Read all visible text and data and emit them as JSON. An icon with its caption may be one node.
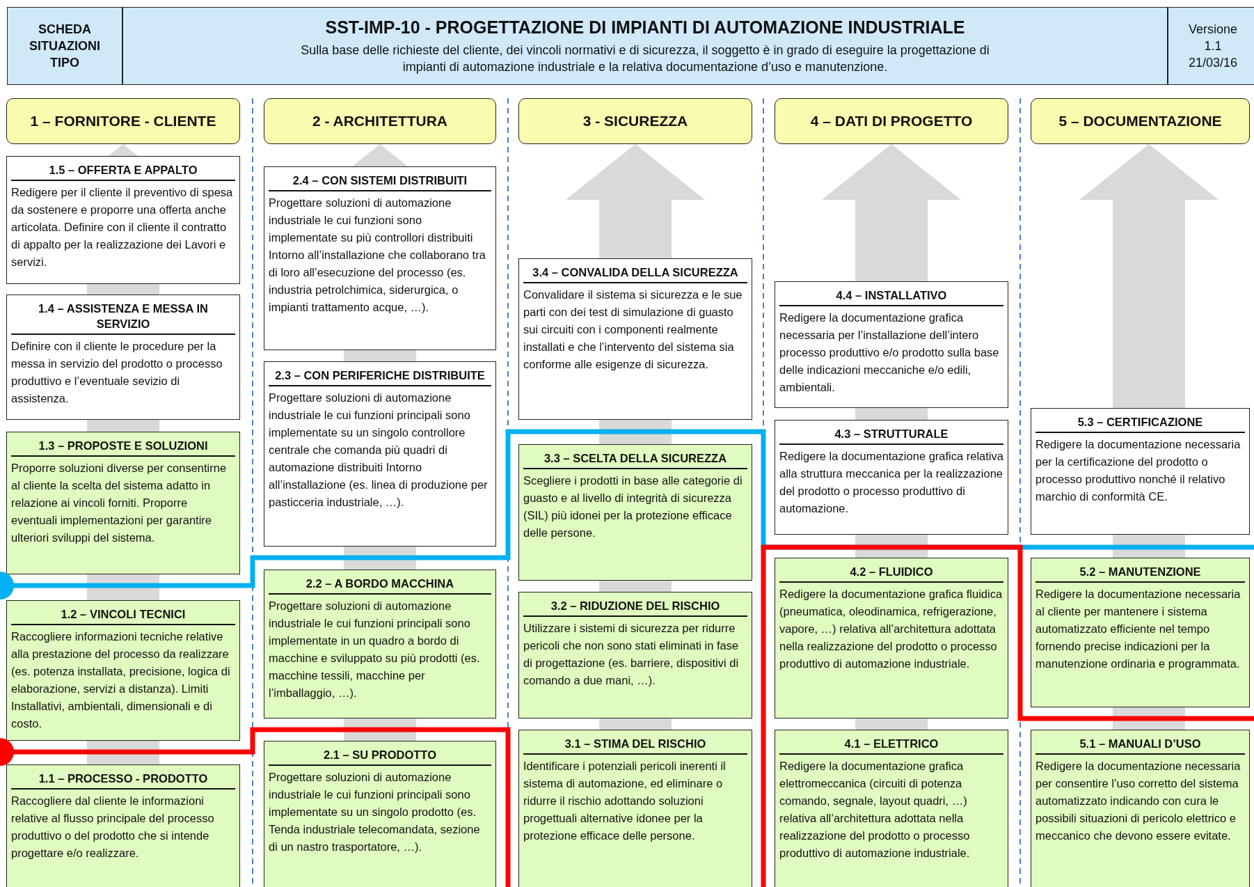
{
  "diagram": {
    "nodes": [
      {
        "text": [
          "SCHEDA SITUAZIONI TIPO"
        ]
      },
      {
        "text": [
          "SST-IMP-10 -  PROGETTAZIONE DI IMPIANTI DI AUTOMAZIONE INDUSTRIALE",
          "Sulla base delle richieste del cliente, dei vincoli normativi e di sicurezza, il soggetto è in grado di eseguire la progettazione di impianti di automazione industriale e la relativa documentazione d’uso e manutenzione."
        ]
      },
      {
        "text": [
          "Versione",
          "1.1",
          "21/03/16"
        ]
      },
      {
        "text": [
          "1 – FORNITORE - CLIENTE"
        ]
      },
      {
        "text": [
          "2 - ARCHITETTURA"
        ]
      },
      {
        "text": [
          "3 - SICUREZZA"
        ]
      },
      {
        "text": [
          "4 – DATI DI PROGETTO"
        ]
      },
      {
        "text": [
          "5 – DOCUMENTAZIONE"
        ]
      },
      {
        "text": [
          "1.5 – OFFERTA E APPALTO",
          "Redigere per il cliente il preventivo di spesa da sostenere e proporre una offerta anche articolata. Definire con il cliente il contratto di appalto per la realizzazione dei Lavori e servizi."
        ]
      },
      {
        "text": [
          "1.4 – ASSISTENZA E MESSA IN SERVIZIO",
          "Definire con il cliente le procedure per la messa in servizio del prodotto o processo produttivo e l’eventuale sevizio di assistenza."
        ]
      },
      {
        "text": [
          "1.3 – PROPOSTE E SOLUZIONI",
          "Proporre soluzioni diverse per consentirne al cliente la scelta del sistema adatto in relazione ai vincoli forniti. Proporre eventuali implementazioni per garantire ulteriori sviluppi del sistema."
        ]
      },
      {
        "text": [
          "1.2 – VINCOLI TECNICI",
          "Raccogliere informazioni tecniche relative alla prestazione del processo da realizzare (es. potenza installata, precisione, logica di elaborazione, servizi a distanza). Limiti Installativi, ambientali, dimensionali e di costo."
        ]
      },
      {
        "text": [
          "1.1 – PROCESSO - PRODOTTO",
          "Raccogliere dal cliente le informazioni relative al flusso principale del processo produttivo o del prodotto che si intende progettare e/o realizzare."
        ]
      },
      {
        "text": [
          "2.4 – CON SISTEMI DISTRIBUITI",
          "Progettare soluzioni di automazione industriale le cui funzioni sono implementate su più controllori distribuiti Intorno all’installazione che collaborano tra di loro all’esecuzione del processo (es. industria petrolchimica, siderurgica, o impianti trattamento acque, …)."
        ]
      },
      {
        "text": [
          "2.3 – CON PERIFERICHE DISTRIBUITE",
          "Progettare soluzioni di automazione industriale le cui funzioni principali sono implementate su un singolo controllore centrale che comanda più quadri di automazione distribuiti Intorno all’installazione (es. linea di produzione per pasticceria industriale, …)."
        ]
      },
      {
        "text": [
          "2.2 – A BORDO MACCHINA",
          "Progettare soluzioni di automazione industriale le cui funzioni principali sono implementate in un quadro a bordo di macchine e sviluppato su più prodotti (es. macchine tessili, macchine per l’imballaggio, …)."
        ]
      },
      {
        "text": [
          "2.1 – SU PRODOTTO",
          "Progettare soluzioni di automazione industriale le cui funzioni principali sono implementate su un singolo prodotto (es. Tenda industriale telecomandata, sezione di un nastro trasportatore, …)."
        ]
      },
      {
        "text": [
          "3.4 – CONVALIDA DELLA SICUREZZA",
          "Convalidare il sistema si sicurezza e le sue parti con dei test di simulazione di guasto sui circuiti con i componenti realmente installati e che l’intervento del sistema sia conforme alle esigenze di sicurezza."
        ]
      },
      {
        "text": [
          "3.3 – SCELTA DELLA SICUREZZA",
          "Scegliere i prodotti in base alle categorie di guasto e al livello di integrità di sicurezza (SIL) più idonei per la protezione efficace delle persone."
        ]
      },
      {
        "text": [
          "3.2 – RIDUZIONE DEL RISCHIO",
          "Utilizzare i sistemi di sicurezza per ridurre pericoli che non sono stati eliminati in fase di progettazione (es. barriere, dispositivi di comando a due mani, …)."
        ]
      },
      {
        "text": [
          "3.1 – STIMA DEL RISCHIO",
          "Identificare i potenziali pericoli inerenti il sistema di automazione, ed eliminare o ridurre il rischio adottando soluzioni progettuali alternative idonee per la protezione efficace delle persone."
        ]
      },
      {
        "text": [
          "4.4 – INSTALLATIVO",
          "Redigere la documentazione grafica necessaria per l’installazione dell’intero processo produttivo e/o prodotto sulla base delle indicazioni meccaniche e/o edili, ambientali."
        ]
      },
      {
        "text": [
          "4.3 – STRUTTURALE",
          "Redigere la documentazione grafica relativa alla struttura meccanica per la realizzazione del prodotto o processo produttivo di automazione."
        ]
      },
      {
        "text": [
          "4.2 – FLUIDICO",
          "Redigere la documentazione grafica fluidica (pneumatica, oleodinamica, refrigerazione, vapore, …) relativa all’architettura adottata nella realizzazione del prodotto o processo produttivo di automazione industriale."
        ]
      },
      {
        "text": [
          "4.1 – ELETTRICO",
          "Redigere la documentazione grafica elettromeccanica (circuiti di potenza comando, segnale, layout quadri, …) relativa all’architettura adottata nella realizzazione del prodotto o processo produttivo di automazione industriale."
        ]
      },
      {
        "text": [
          "5.3 – CERTIFICAZIONE",
          "Redigere la documentazione necessaria per la certificazione del prodotto o processo produttivo nonché il relativo marchio di conformità CE."
        ]
      },
      {
        "text": [
          "5.2 – MANUTENZIONE",
          "Redigere la documentazione necessaria al cliente per mantenere i sistema automatizzato efficiente nel tempo fornendo precise indicazioni per la manutenzione ordinaria e programmata."
        ]
      },
      {
        "text": [
          "5.1 – MANUALI D’USO",
          "Redigere la documentazione necessaria per consentire l’uso corretto del sistema automatizzato indicando con cura le possibili situazioni di pericolo elettrico e meccanico che devono essere evitate."
        ]
      }
    ],
    "edges": []
  }
}
